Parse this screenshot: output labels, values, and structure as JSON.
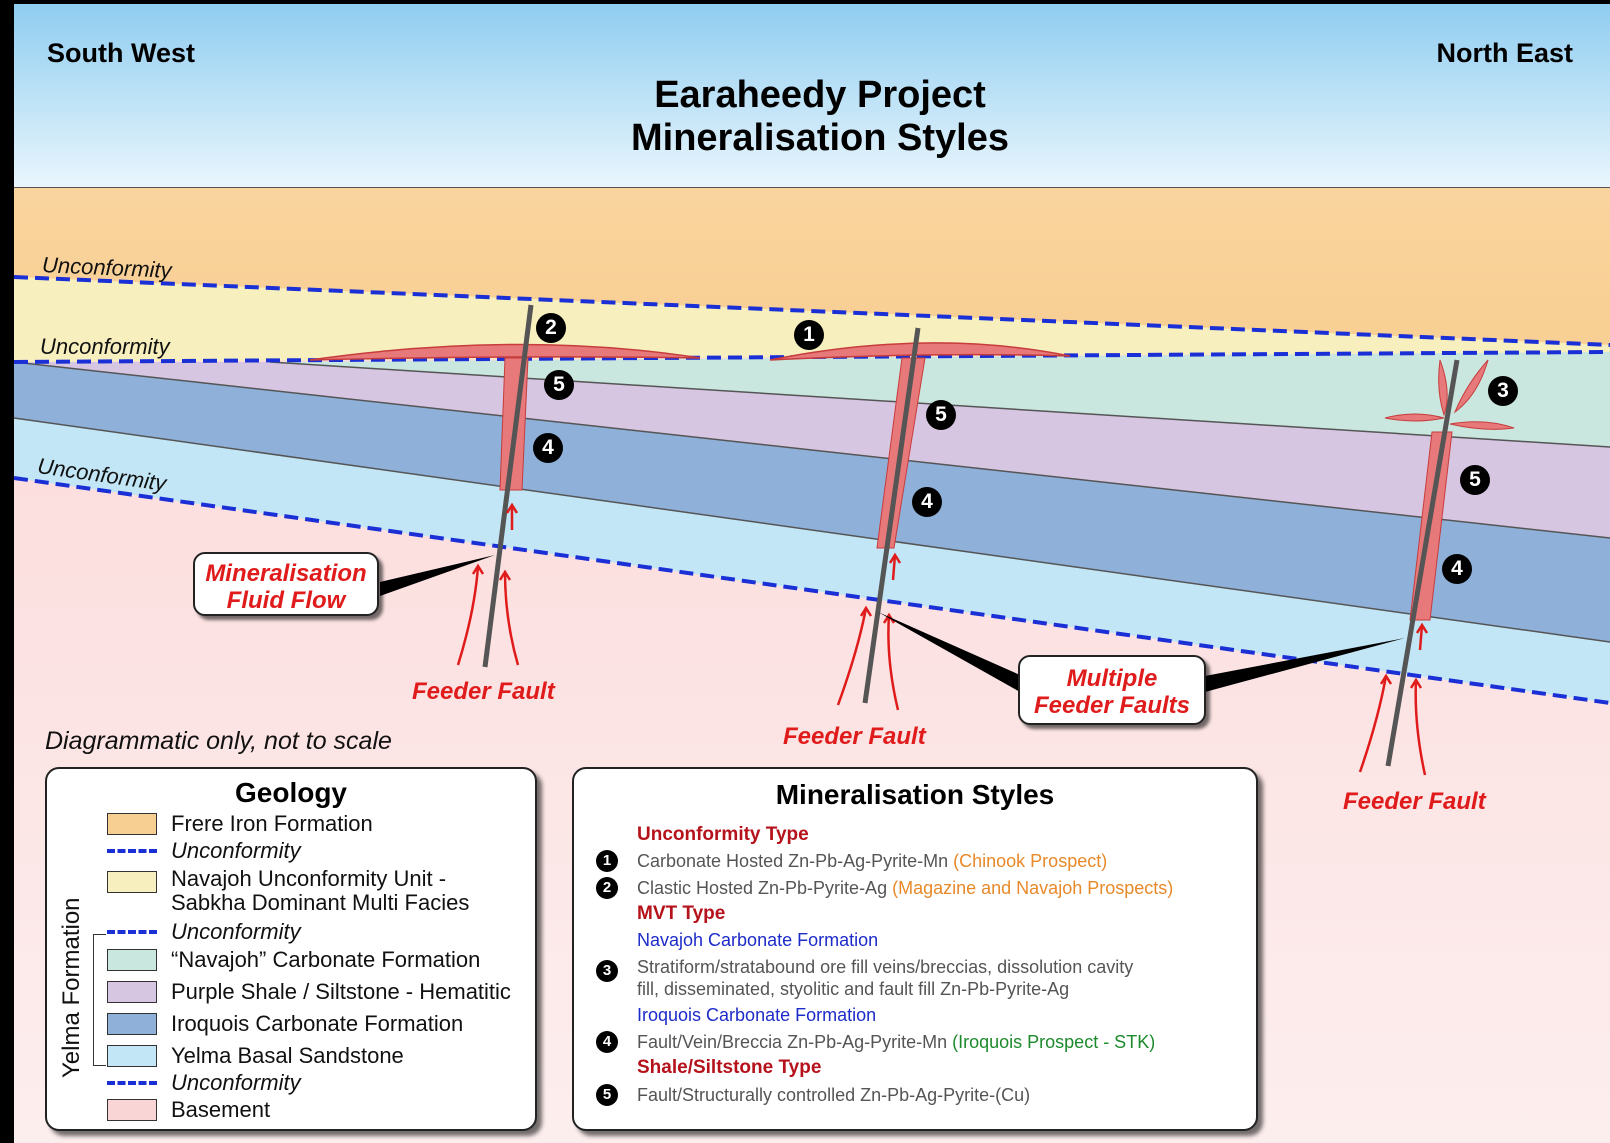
{
  "header": {
    "left": "South West",
    "right": "North East",
    "title_line1": "Earaheedy Project",
    "title_line2": "Mineralisation Styles"
  },
  "unconformity_label": "Unconformity",
  "markers": [
    "1",
    "2",
    "3",
    "4",
    "5"
  ],
  "feeder_fault_label": "Feeder Fault",
  "callouts": {
    "fluid_flow": [
      "Mineralisation",
      "Fluid Flow"
    ],
    "multiple_faults": [
      "Multiple",
      "Feeder Faults"
    ]
  },
  "note": "Diagrammatic only, not to scale",
  "geology": {
    "title": "Geology",
    "group_label": "Yelma Formation",
    "items": [
      {
        "type": "swatch",
        "color": "#f8cf93",
        "label": "Frere Iron Formation"
      },
      {
        "type": "dash",
        "label": "Unconformity"
      },
      {
        "type": "swatch",
        "color": "#f7efbd",
        "label": "Navajoh Unconformity Unit -",
        "label2": "Sabkha Dominant Multi Facies"
      },
      {
        "type": "dash",
        "label": "Unconformity"
      },
      {
        "type": "swatch",
        "color": "#c9e6df",
        "label": "“Navajoh” Carbonate Formation"
      },
      {
        "type": "swatch",
        "color": "#d6c6e2",
        "label": "Purple Shale / Siltstone - Hematitic"
      },
      {
        "type": "swatch",
        "color": "#8fb0d9",
        "label": "Iroquois Carbonate Formation"
      },
      {
        "type": "swatch",
        "color": "#c2e6f5",
        "label": "Yelma Basal Sandstone"
      },
      {
        "type": "dash",
        "label": "Unconformity"
      },
      {
        "type": "swatch",
        "color": "#f9d5d5",
        "label": "Basement"
      }
    ]
  },
  "mineralisation": {
    "title": "Mineralisation Styles",
    "unconformity_type": "Unconformity Type",
    "item1": "Carbonate Hosted Zn-Pb-Ag-Pyrite-Mn",
    "item1_prospect": "(Chinook Prospect)",
    "item2": "Clastic Hosted Zn-Pb-Pyrite-Ag",
    "item2_prospect": "(Magazine and Navajoh Prospects)",
    "mvt_type": "MVT Type",
    "navajoh_formation": "Navajoh Carbonate Formation",
    "item3_line1": "Stratiform/stratabound ore fill veins/breccias, dissolution cavity",
    "item3_line2": "fill, disseminated, styolitic and fault fill Zn-Pb-Pyrite-Ag",
    "iroquois_formation": "Iroquois Carbonate Formation",
    "item4": "Fault/Vein/Breccia Zn-Pb-Ag-Pyrite-Mn",
    "item4_prospect": "(Iroquois Prospect - STK)",
    "shale_type": "Shale/Siltstone Type",
    "item5": "Fault/Structurally controlled Zn-Pb-Ag-Pyrite-(Cu)"
  },
  "colors": {
    "sky": "#bfe3f7",
    "frere": "#f8cf93",
    "navajoh_unit": "#f7efbd",
    "navajoh_carbonate": "#c9e6df",
    "purple_shale": "#d6c6e2",
    "iroquois": "#8fb0d9",
    "yelma_sandstone": "#c2e6f5",
    "basement": "#f9d5d5",
    "unconformity": "#1a2fd6",
    "ore": "#e8797a",
    "fault": "#555555",
    "fluid_arrow": "#e01b1b"
  }
}
